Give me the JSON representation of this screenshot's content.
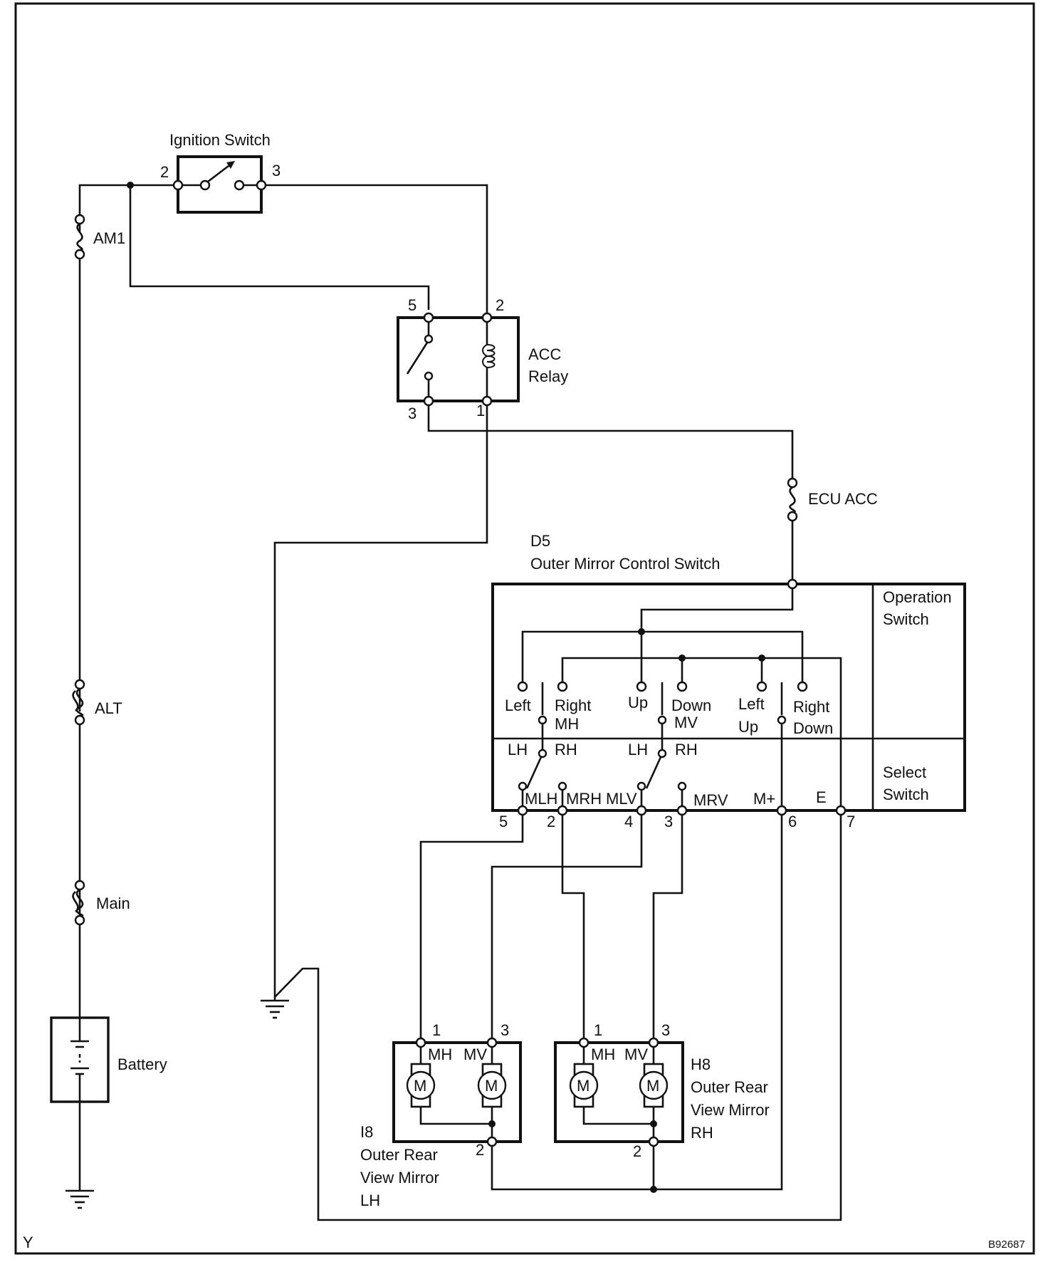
{
  "components": {
    "ignition_switch": {
      "title": "Ignition Switch",
      "pin_in": "2",
      "pin_out": "3"
    },
    "fuse_am1": {
      "label": "AM1"
    },
    "fuse_alt": {
      "label": "ALT"
    },
    "fuse_main": {
      "label": "Main"
    },
    "battery": {
      "label": "Battery"
    },
    "acc_relay": {
      "line1": "ACC",
      "line2": "Relay",
      "pin_5": "5",
      "pin_2": "2",
      "pin_3": "3",
      "pin_1": "1"
    },
    "fuse_ecu_acc": {
      "label": "ECU ACC"
    },
    "d5": {
      "code": "D5",
      "name": "Outer Mirror Control Switch",
      "operation_switch": {
        "line1": "Operation",
        "line2": "Switch"
      },
      "select_switch": {
        "line1": "Select",
        "line2": "Switch"
      },
      "contacts": {
        "left": "Left",
        "right": "Right",
        "up": "Up",
        "down": "Down",
        "left2": "Left",
        "up2": "Up",
        "right2": "Right",
        "down2": "Down",
        "mh": "MH",
        "mv": "MV",
        "lh1": "LH",
        "rh1": "RH",
        "lh2": "LH",
        "rh2": "RH"
      },
      "terminals": {
        "mlh": "MLH",
        "mrh": "MRH",
        "mlv": "MLV",
        "mrv": "MRV",
        "mplus": "M+",
        "e": "E"
      },
      "pins": {
        "p5": "5",
        "p2": "2",
        "p4": "4",
        "p3": "3",
        "p6": "6",
        "p7": "7"
      }
    },
    "i8": {
      "code": "I8",
      "line1": "Outer Rear",
      "line2": "View Mirror",
      "line3": "LH",
      "pin_1": "1",
      "pin_3": "3",
      "pin_2": "2",
      "mh": "MH",
      "mv": "MV",
      "motor": "M"
    },
    "h8": {
      "code": "H8",
      "line1": "Outer Rear",
      "line2": "View Mirror",
      "line3": "RH",
      "pin_1": "1",
      "pin_3": "3",
      "pin_2": "2",
      "mh": "MH",
      "mv": "MV",
      "motor": "M"
    }
  },
  "footer": {
    "left": "Y",
    "right": "B92687"
  }
}
